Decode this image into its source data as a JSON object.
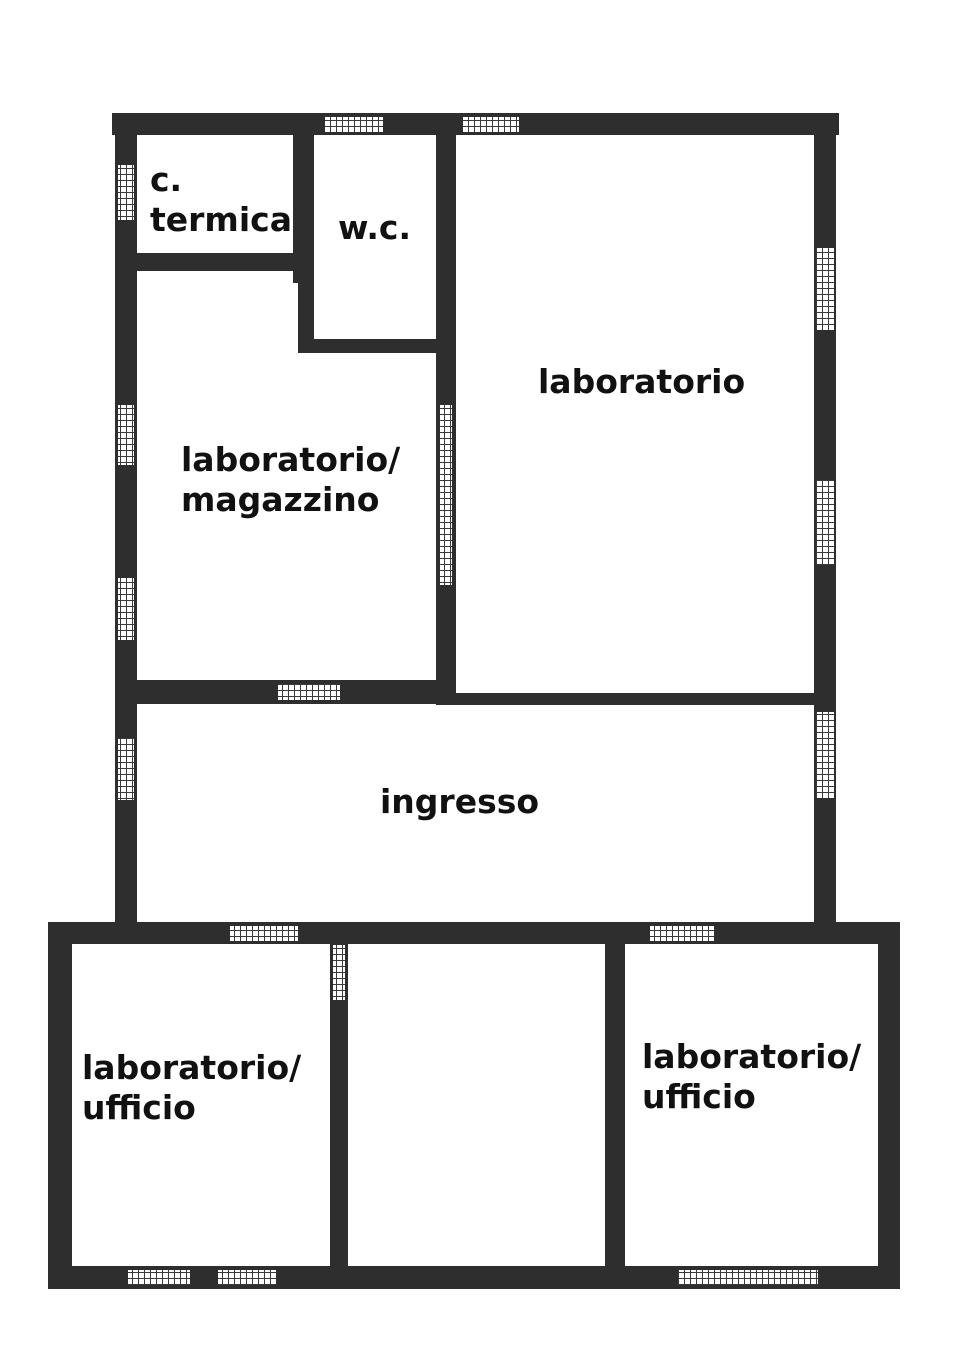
{
  "colors": {
    "wall": "#2e2e2e",
    "window_bg": "#ffffff",
    "window_grid": "#3a3a3a",
    "background": "#ffffff"
  },
  "rooms": {
    "centrale_termica": {
      "line1": "c.",
      "line2": "termica"
    },
    "wc": {
      "label": "w.c."
    },
    "laboratorio": {
      "label": "laboratorio"
    },
    "laboratorio_magazzino": {
      "line1": "laboratorio/",
      "line2": "magazzino"
    },
    "ingresso": {
      "label": "ingresso"
    },
    "laboratorio_ufficio_left": {
      "line1": "laboratorio/",
      "line2": "ufficio"
    },
    "laboratorio_ufficio_right": {
      "line1": "laboratorio/",
      "line2": "ufficio"
    }
  }
}
